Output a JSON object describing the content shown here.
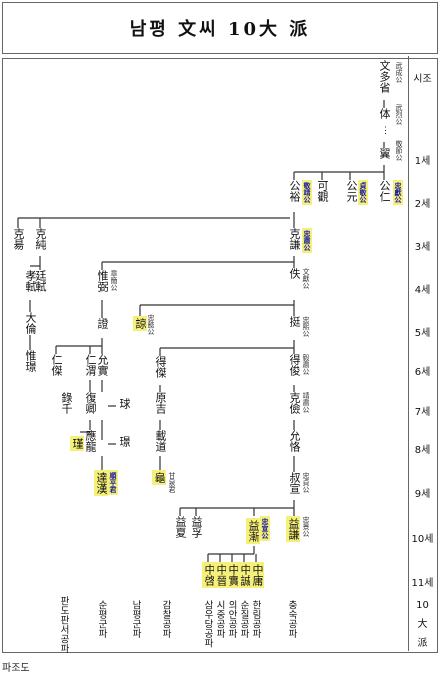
{
  "title": "남평  文씨 10大  派",
  "caption": "파조도",
  "generation_header": "시조",
  "generations": [
    "1세",
    "2세",
    "3세",
    "4세",
    "5세",
    "6세",
    "7세",
    "8세",
    "9세",
    "10세",
    "11세"
  ],
  "gen_last": [
    "10",
    "大",
    "派"
  ],
  "persons": {
    "founder": {
      "name": "文多省",
      "title": "武成公"
    },
    "g_wuheon": {
      "name": "体",
      "title": "武烈公"
    },
    "g1": {
      "name": "翼",
      "title": "敬節公"
    },
    "g2_a": {
      "name": "公仁",
      "title": "忠獻公"
    },
    "g2_b": {
      "name": "公元",
      "title": "貞敬公"
    },
    "g2_c": {
      "name": "可觀",
      "title": ""
    },
    "g2_d": {
      "name": "公裕",
      "title": "敬靖公"
    },
    "g3_a": {
      "name": "克謙",
      "title": "忠肅公"
    },
    "g3_b": {
      "name": "克純",
      "title": ""
    },
    "g3_c": {
      "name": "克昜",
      "title": ""
    },
    "g4_a": {
      "name": "惟弼",
      "title": "章簡公"
    },
    "g4_b": {
      "name": "廷軾",
      "title": ""
    },
    "g4_c": {
      "name": "孝軾",
      "title": ""
    },
    "g4_d": {
      "name": "佚",
      "title": "文獻公"
    },
    "g5_a": {
      "name": "證",
      "title": ""
    },
    "g5_b": {
      "name": "大倫",
      "title": ""
    },
    "g5_c": {
      "name": "諒",
      "title": "忠懿公"
    },
    "g5_d": {
      "name": "挺",
      "title": "忠熙公"
    },
    "g6_a": {
      "name": "仁傑",
      "title": ""
    },
    "g6_b": {
      "name": "仁渭",
      "title": ""
    },
    "g6_c": {
      "name": "允實",
      "title": ""
    },
    "g6_d": {
      "name": "惟璟",
      "title": ""
    },
    "g6_e": {
      "name": "得傑",
      "title": ""
    },
    "g6_f": {
      "name": "得俊",
      "title": "毅肅公"
    },
    "g7_a": {
      "name": "錄千",
      "title": ""
    },
    "g7_b": {
      "name": "復卿",
      "title": ""
    },
    "g7_c": {
      "name": "球",
      "title": ""
    },
    "g7_d": {
      "name": "原吉",
      "title": ""
    },
    "g7_e": {
      "name": "克儉",
      "title": "靖肅公"
    },
    "g8_a": {
      "name": "瑾",
      "title": ""
    },
    "g8_b": {
      "name": "應龍",
      "title": ""
    },
    "g8_c": {
      "name": "璟",
      "title": ""
    },
    "g8_d": {
      "name": "載道",
      "title": ""
    },
    "g8_e": {
      "name": "允恪",
      "title": ""
    },
    "g9_a": {
      "name": "達漢",
      "title": "順平君"
    },
    "g9_b": {
      "name": "龜",
      "title": "甘泉君"
    },
    "g9_c": {
      "name": "叔宣",
      "title": "忠貞公"
    },
    "g10_a": {
      "name": "益夏",
      "title": ""
    },
    "g10_b": {
      "name": "益孚",
      "title": ""
    },
    "g10_c": {
      "name": "益漸",
      "title": "忠宣公"
    },
    "g10_d": {
      "name": "益謙",
      "title": "忠景公"
    },
    "g11_a": {
      "name": "中啓",
      "title": ""
    },
    "g11_b": {
      "name": "中晉",
      "title": ""
    },
    "g11_c": {
      "name": "中實",
      "title": ""
    },
    "g11_d": {
      "name": "中誠",
      "title": ""
    },
    "g11_e": {
      "name": "中庸",
      "title": ""
    }
  },
  "branches": [
    "판도판서공파",
    "순평군파",
    "남평군파",
    "감찰공파",
    "삼우당공파",
    "시중공파",
    "의안공파",
    "순질공파",
    "한림공파",
    "충숙공파"
  ],
  "colors": {
    "highlight": "#f5f07a",
    "title_blue": "#1a1aa0",
    "line": "#333333"
  }
}
